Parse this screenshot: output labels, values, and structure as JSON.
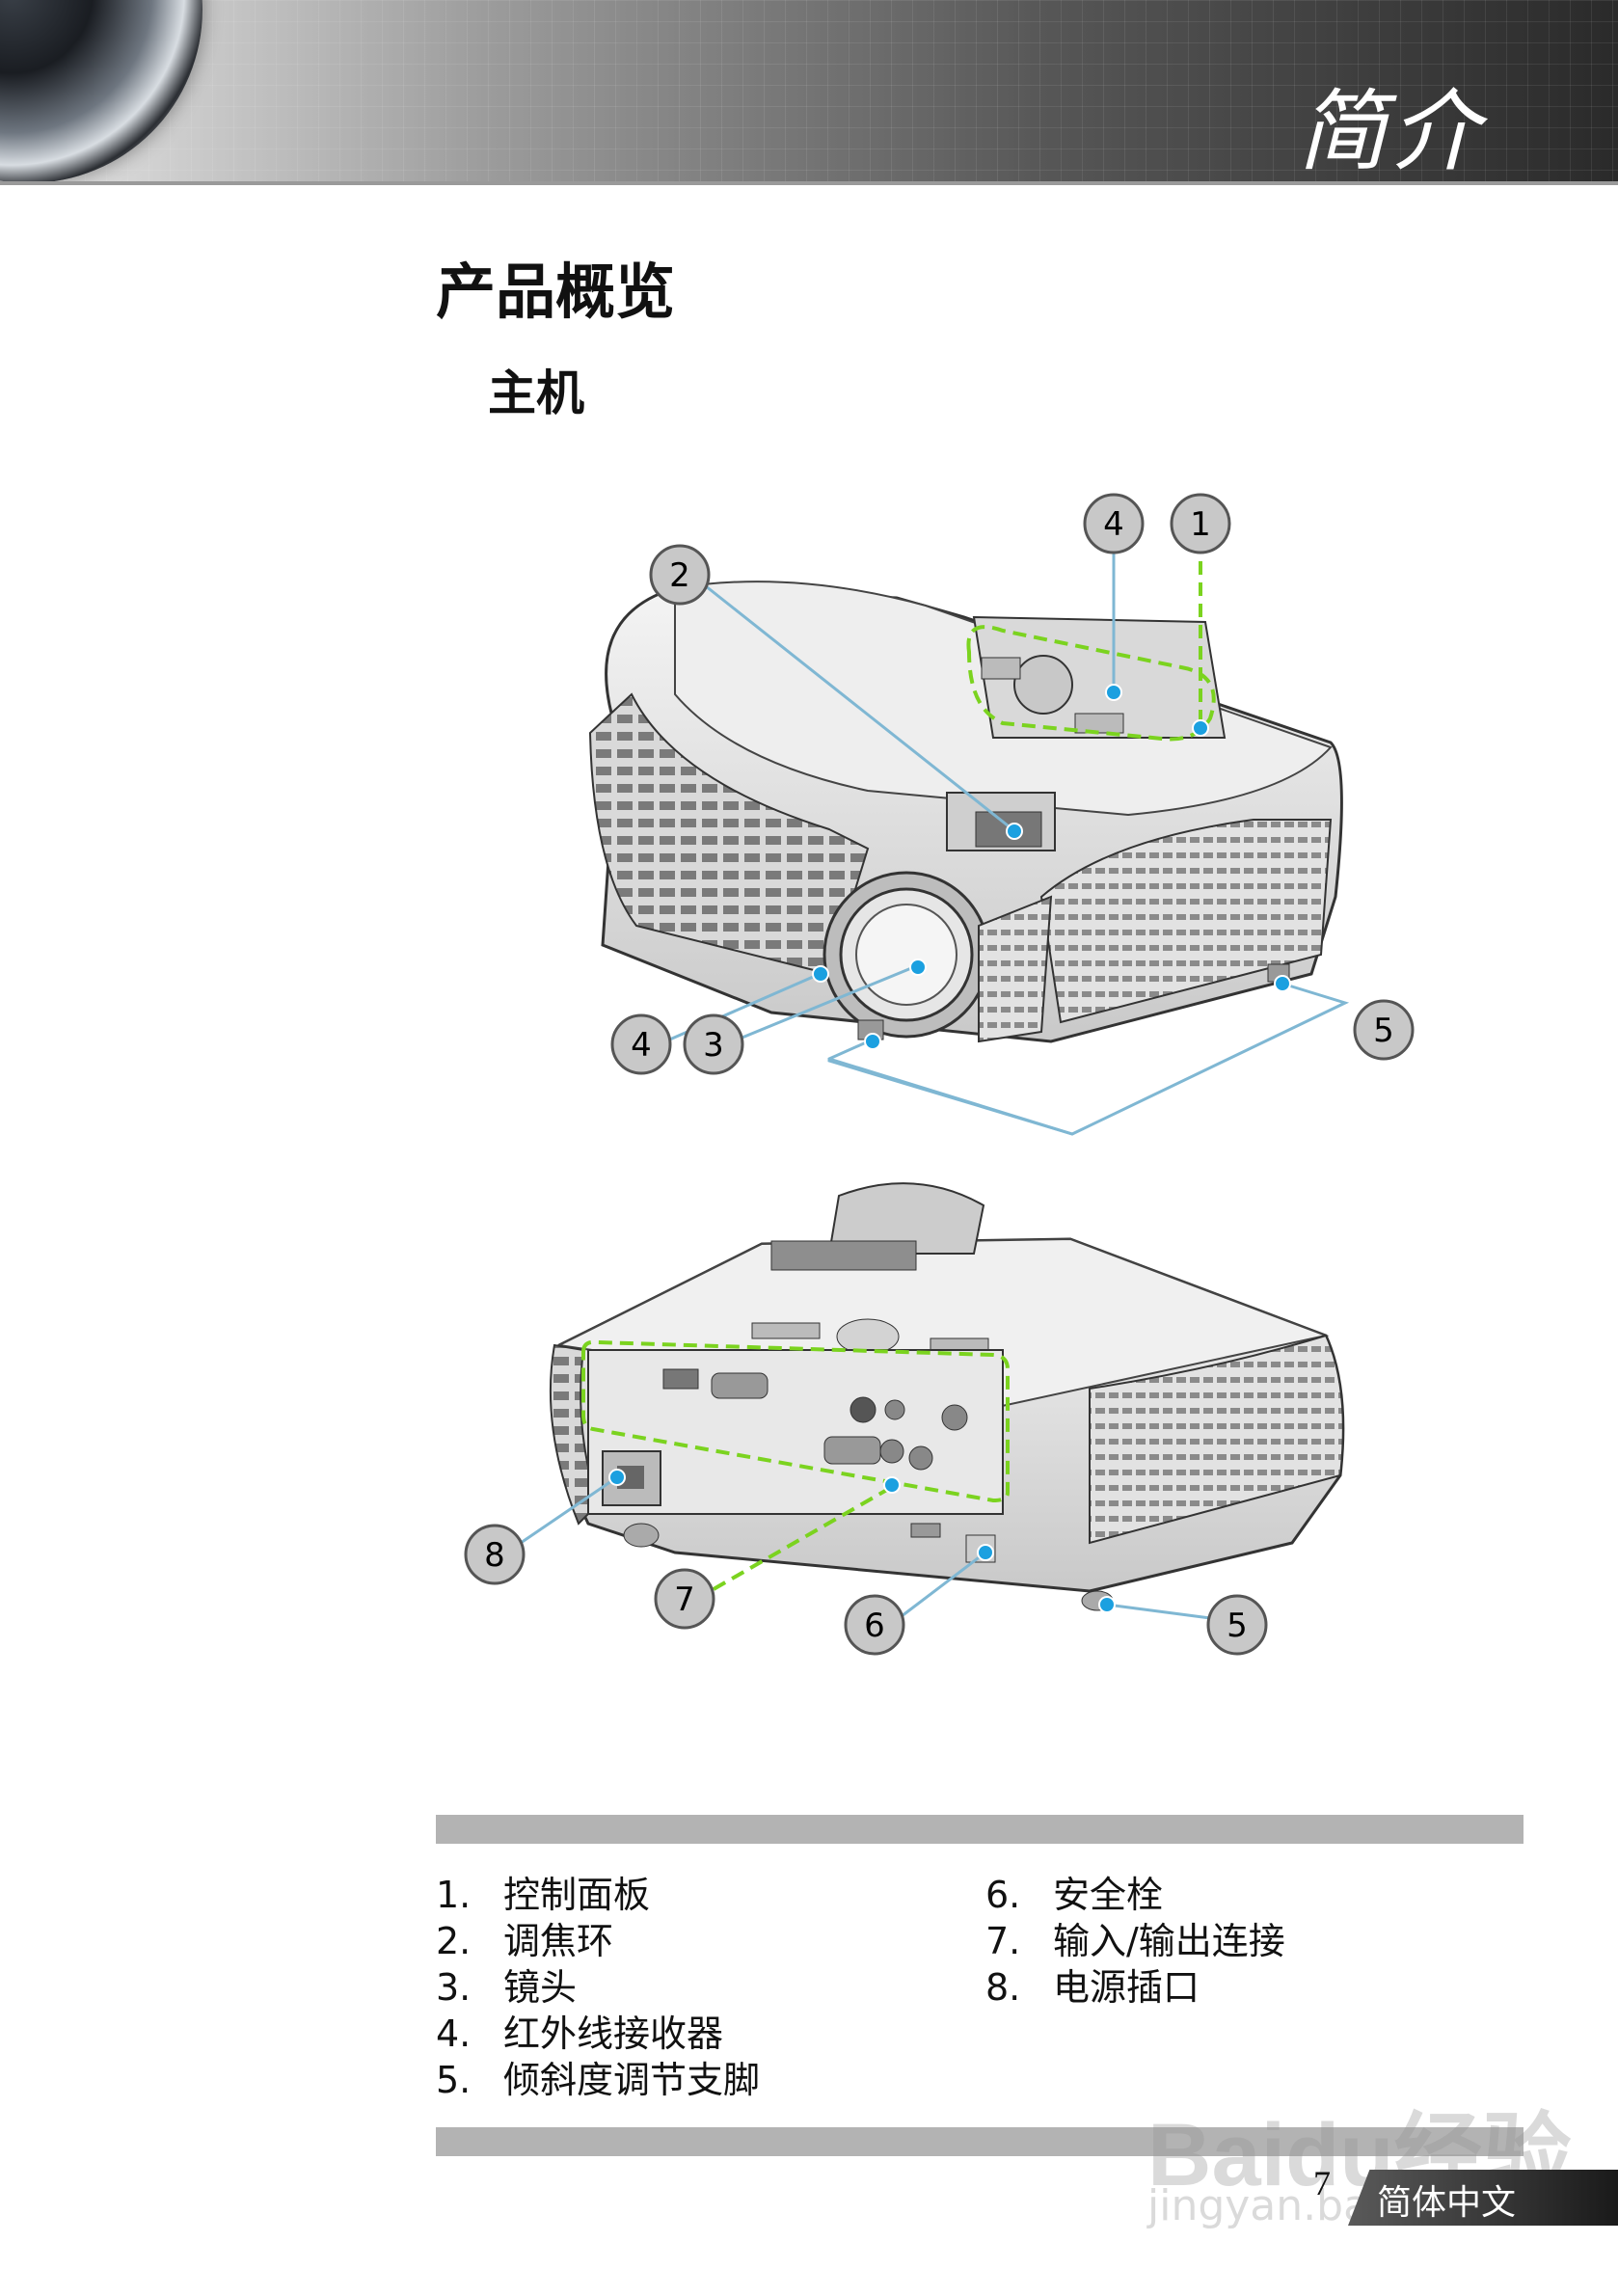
{
  "header": {
    "section_title": "简介"
  },
  "page": {
    "heading": "产品概览",
    "subheading": "主机"
  },
  "callouts": {
    "top": [
      "4",
      "1",
      "2",
      "4",
      "3",
      "5"
    ],
    "bottom": [
      "8",
      "7",
      "6",
      "5"
    ]
  },
  "legend": {
    "left": [
      {
        "num": "1.",
        "label": "控制面板"
      },
      {
        "num": "2.",
        "label": "调焦环"
      },
      {
        "num": "3.",
        "label": "镜头"
      },
      {
        "num": "4.",
        "label": "红外线接收器"
      },
      {
        "num": "5.",
        "label": "倾斜度调节支脚"
      }
    ],
    "right": [
      {
        "num": "6.",
        "label": "安全栓"
      },
      {
        "num": "7.",
        "label": "输入/输出连接"
      },
      {
        "num": "8.",
        "label": "电源插口"
      }
    ]
  },
  "footer": {
    "page_number": "7",
    "language": "简体中文"
  },
  "watermark": {
    "brand": "Baidu经验",
    "url": "jingyan.baidu.com"
  },
  "colors": {
    "leader_line": "#7fb7d3",
    "highlight_dash": "#7bd31f",
    "dot": "#1ba0e0",
    "callout_fill": "#c8c8c8"
  }
}
